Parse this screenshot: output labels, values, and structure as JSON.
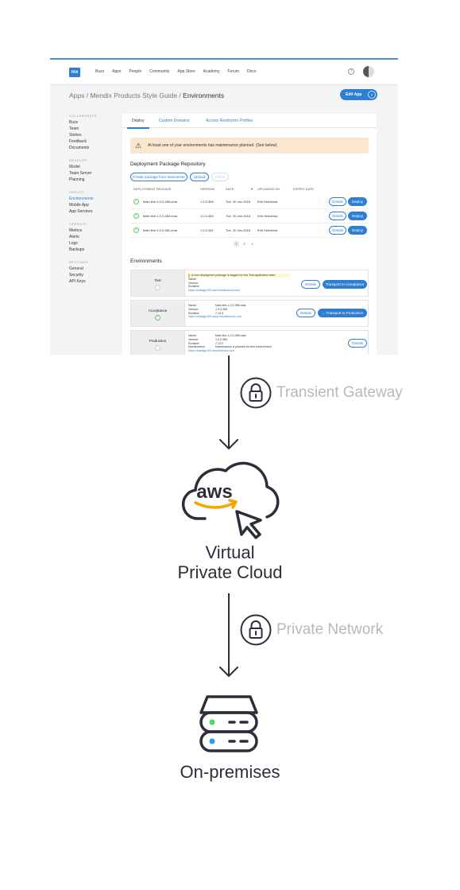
{
  "screenshot": {
    "logo": "mx",
    "nav": [
      "Buzz",
      "Apps",
      "People",
      "Community",
      "App Store",
      "Academy",
      "Forum",
      "Docs"
    ],
    "breadcrumb_prefix": "Apps / Mendix Products Style Guide / ",
    "breadcrumb_current": "Environments",
    "edit_app": "Edit App",
    "sidebar": {
      "collaborate": "COLLABORATE",
      "collaborate_items": [
        "Buzz",
        "Team",
        "Stories",
        "Feedback",
        "Documents"
      ],
      "develop": "DEVELOP",
      "develop_items": [
        "Model",
        "Team Server",
        "Planning"
      ],
      "deploy": "DEPLOY",
      "deploy_items": [
        "Environments",
        "Mobile App",
        "App Services"
      ],
      "operate": "OPERATE",
      "operate_items": [
        "Metrics",
        "Alerts",
        "Logs",
        "Backups"
      ],
      "settings": "SETTINGS",
      "settings_items": [
        "General",
        "Security",
        "API Keys"
      ]
    },
    "tabs": [
      "Deploy",
      "Custom Domains",
      "Access Restriction Profiles"
    ],
    "warning": "At least one of your environments has maintenance planned. (See below)",
    "repo_title": "Deployment Package Repository",
    "repo_buttons": [
      "Create package from teamserver",
      "Upload",
      "Delete"
    ],
    "table_headers": [
      "DEPLOYMENT PACKAGE",
      "VERSION",
      "DATE",
      "UPLOADED BY",
      "EXPIRY DATE"
    ],
    "rows": [
      {
        "pkg": "Main line-1.0.0.385.mda",
        "ver": "1.0.0.385",
        "date": "Tue, 30 Jan 2018",
        "by": "Erik Heddema"
      },
      {
        "pkg": "Main line-1.0.0.383.mda",
        "ver": "1.0.0.383",
        "date": "Tue, 30 Jan 2018",
        "by": "Erik Heddema"
      },
      {
        "pkg": "Main line-1.0.0.381.mda",
        "ver": "1.0.0.381",
        "date": "Tue, 30 Jan 2018",
        "by": "Erik Heddema"
      }
    ],
    "row_buttons": [
      "Details",
      "Deploy"
    ],
    "pages": [
      "1",
      "2",
      "»"
    ],
    "env_title": "Environments",
    "envs": [
      {
        "name": "Test",
        "note": "A new deployment package is staged for this Test application start.",
        "lines": [
          [
            "Name:",
            ""
          ],
          [
            "Version:",
            ""
          ],
          [
            "Runtime:",
            ""
          ]
        ],
        "url": "https://sdesign100-test.mendixcloud.com",
        "buttons": [
          "Details",
          "Transport to Acceptance"
        ]
      },
      {
        "name": "Acceptance",
        "note": "",
        "lines": [
          [
            "Name:",
            "Main line-1.0.0.385.mda"
          ],
          [
            "Version:",
            "1.0.0.385"
          ],
          [
            "Runtime:",
            "7.13.0"
          ]
        ],
        "url": "https://sdesign100-accp.mendixcloud.com",
        "buttons": [
          "Details",
          "→ Transport to Production"
        ]
      },
      {
        "name": "Production",
        "note": "",
        "lines": [
          [
            "Name:",
            "Main line-1.0.0.385.mda"
          ],
          [
            "Version:",
            "1.0.0.385"
          ],
          [
            "Runtime:",
            "7.13.0"
          ],
          [
            "Maintenance:",
            "Maintenance is planned for this environment."
          ]
        ],
        "url": "https://sdesign100.mendixcloud.com",
        "buttons": [
          "Details"
        ]
      }
    ]
  },
  "diagram": {
    "gateway_label": "Transient Gateway",
    "aws_logo": "aws",
    "vpc_line1": "Virtual",
    "vpc_line2": "Private Cloud",
    "network_label": "Private Network",
    "onprem_label": "On-premises",
    "colors": {
      "dark": "#2b2f3a",
      "orange": "#f7a600",
      "green": "#4cd964",
      "blue": "#2e9be6",
      "gray_label": "#b6b9be"
    }
  }
}
